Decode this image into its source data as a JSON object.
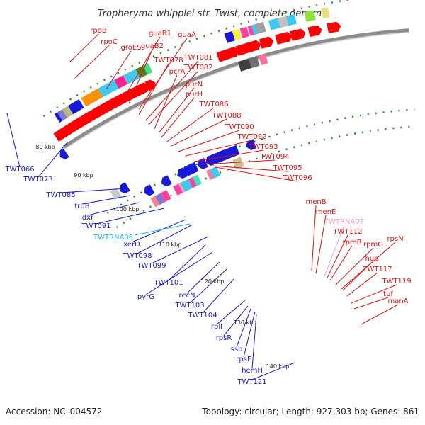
{
  "title": "Tropheryma whipplei str. Twist, complete genome",
  "footer": {
    "accession": "Accession: NC_004572",
    "summary": "Topology: circular; Length: 927,303 bp; Genes: 861"
  },
  "colors": {
    "forward_label": "#e01010",
    "reverse_label": "#1a1ad0",
    "rna_label": "#20b8e8",
    "trna_label": "#f4a0c8",
    "backbone": "#8c8c8c",
    "tick": "#2a8a2a"
  },
  "scale_ticks": [
    "80 kbp",
    "90 kbp",
    "100 kbp",
    "110 kbp",
    "120 kbp",
    "130 kbp",
    "140 kbp"
  ],
  "forward_labels": [
    "rpoB",
    "rpoC",
    "groES",
    "guaB1",
    "guaB2",
    "guaA",
    "TWT078",
    "TWT081",
    "TWT082",
    "pcrA",
    "purN",
    "purH",
    "TWT086",
    "TWT088",
    "TWT090",
    "TWT092",
    "TWT093",
    "TWT094",
    "TWT095",
    "TWT096",
    "menB",
    "menE",
    "TWT112",
    "rpmB",
    "rpmG",
    "rpsN",
    "hup",
    "TWT117",
    "TWT119",
    "tuf",
    "manA"
  ],
  "trna_labels": [
    "TWTRNA07"
  ],
  "reverse_labels": [
    "TWT066",
    "TWT073",
    "TWT085",
    "truB",
    "dxr",
    "TWT091",
    "xerD",
    "TWT098",
    "TWT099",
    "TWT101",
    "pyrG",
    "recN",
    "TWT103",
    "TWT104",
    "rplI",
    "rpsR",
    "ssb",
    "rpsF",
    "hemH",
    "TWT121"
  ],
  "rna_labels": [
    "TWTRNA06"
  ]
}
